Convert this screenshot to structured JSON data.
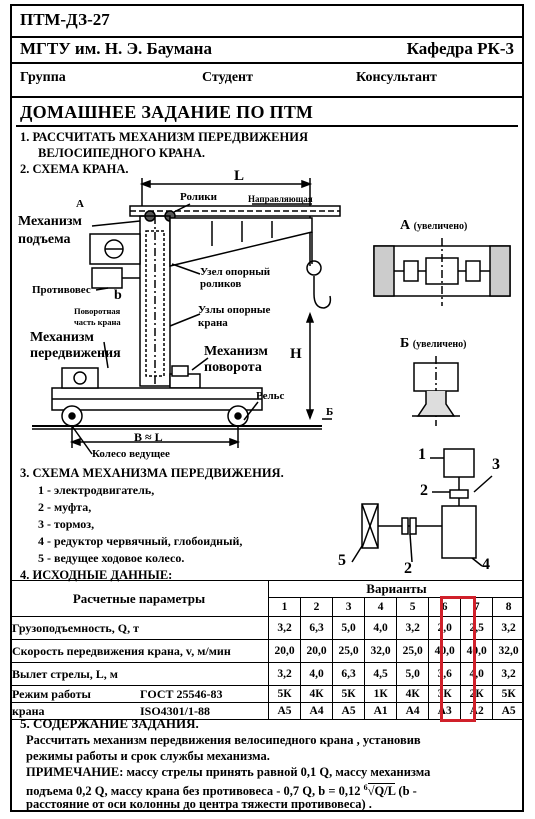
{
  "header": {
    "code": "ПТМ-ДЗ-27",
    "university": "МГТУ им. Н. Э. Баумана",
    "department": "Кафедра РК-3",
    "group_label": "Группа",
    "student_label": "Студент",
    "consultant_label": "Консультант"
  },
  "title": "ДОМАШНЕЕ ЗАДАНИЕ ПО ПТМ",
  "tasks": {
    "t1_line1": "1. РАССЧИТАТЬ МЕХАНИЗМ  ПЕРЕДВИЖЕНИЯ",
    "t1_line2": "ВЕЛОСИПЕДНОГО  КРАНА.",
    "t2": "2. СХЕМА КРАНА.",
    "t3": "3. СХЕМА МЕХАНИЗМА ПЕРЕДВИЖЕНИЯ.",
    "t4": "4. ИСХОДНЫЕ ДАННЫЕ:"
  },
  "crane_labels": {
    "L": "L",
    "rollers": "Ролики",
    "guide": "Направляющая",
    "A": "А",
    "lift_mech_1": "Механизм",
    "lift_mech_2": "подъема",
    "support_node_1": "Узел опорный",
    "support_node_2": "роликов",
    "counterweight": "Противовес",
    "b": "b",
    "rotating_1": "Поворотная",
    "rotating_2": "часть крана",
    "support_units_1": "Узлы опорные",
    "support_units_2": "крана",
    "travel_mech_1": "Механизм",
    "travel_mech_2": "передвижения",
    "rotate_mech_1": "Механизм",
    "rotate_mech_2": "поворота",
    "H": "Н",
    "rail": "Рельс",
    "B_label": "Б",
    "BL": "B ≈ L",
    "drive_wheel": "Колесо ведущее",
    "A_zoom": "А",
    "zoom": "(увеличено)",
    "B_zoom": "Б"
  },
  "mechanism_list": [
    "1 - электродвигатель,",
    "2 - муфта,",
    "3 - тормоз,",
    "4 - редуктор червячный,  глобоидный,",
    "5 - ведущее ходовое колесо."
  ],
  "mech_numbers": {
    "n1": "1",
    "n2": "2",
    "n3": "3",
    "n4": "4",
    "n5": "5",
    "n2b": "2"
  },
  "table": {
    "header_param": "Расчетные параметры",
    "header_variants": "Варианты",
    "variants": [
      "1",
      "2",
      "3",
      "4",
      "5",
      "6",
      "7",
      "8"
    ],
    "rows": [
      {
        "name": "Грузоподъемность, Q, т",
        "values": [
          "3,2",
          "6,3",
          "5,0",
          "4,0",
          "3,2",
          "2,0",
          "2,5",
          "3,2"
        ]
      },
      {
        "name": "Скорость передвижения крана, v, м/мин",
        "values": [
          "20,0",
          "20,0",
          "25,0",
          "32,0",
          "25,0",
          "40,0",
          "40,0",
          "32,0"
        ]
      },
      {
        "name": "Вылет стрелы, L, м",
        "values": [
          "3,2",
          "4,0",
          "6,3",
          "4,5",
          "5,0",
          "3,6",
          "4,0",
          "3,2"
        ]
      }
    ],
    "mode_name_1": "Режим работы",
    "mode_name_2": "крана",
    "gost": "ГОСТ 25546-83",
    "iso": "ISO4301/1-88",
    "gost_values": [
      "5К",
      "4К",
      "5К",
      "1К",
      "4К",
      "3К",
      "2К",
      "5К"
    ],
    "iso_values": [
      "А5",
      "А4",
      "А5",
      "А1",
      "А4",
      "А3",
      "А2",
      "А5"
    ]
  },
  "section5": {
    "heading": "5. СОДЕРЖАНИЕ ЗАДАНИЯ.",
    "line1": "Рассчитать механизм передвижения  велосипедного крана , установив",
    "line2": "режимы работы и срок службы механизма.",
    "line3": "ПРИМЕЧАНИЕ:  массу стрелы принять равной 0,1 Q, массу механизма",
    "line4": "подъема 0,2 Q, массу крана без противовеса - 0,7 Q,  b = 0,12",
    "formula": "Q/L",
    "line4b": "(b -",
    "line5": "расстояние от оси колонны до центра тяжести противовеса) ."
  },
  "highlight": {
    "variant": "6",
    "color": "#d0202a"
  }
}
